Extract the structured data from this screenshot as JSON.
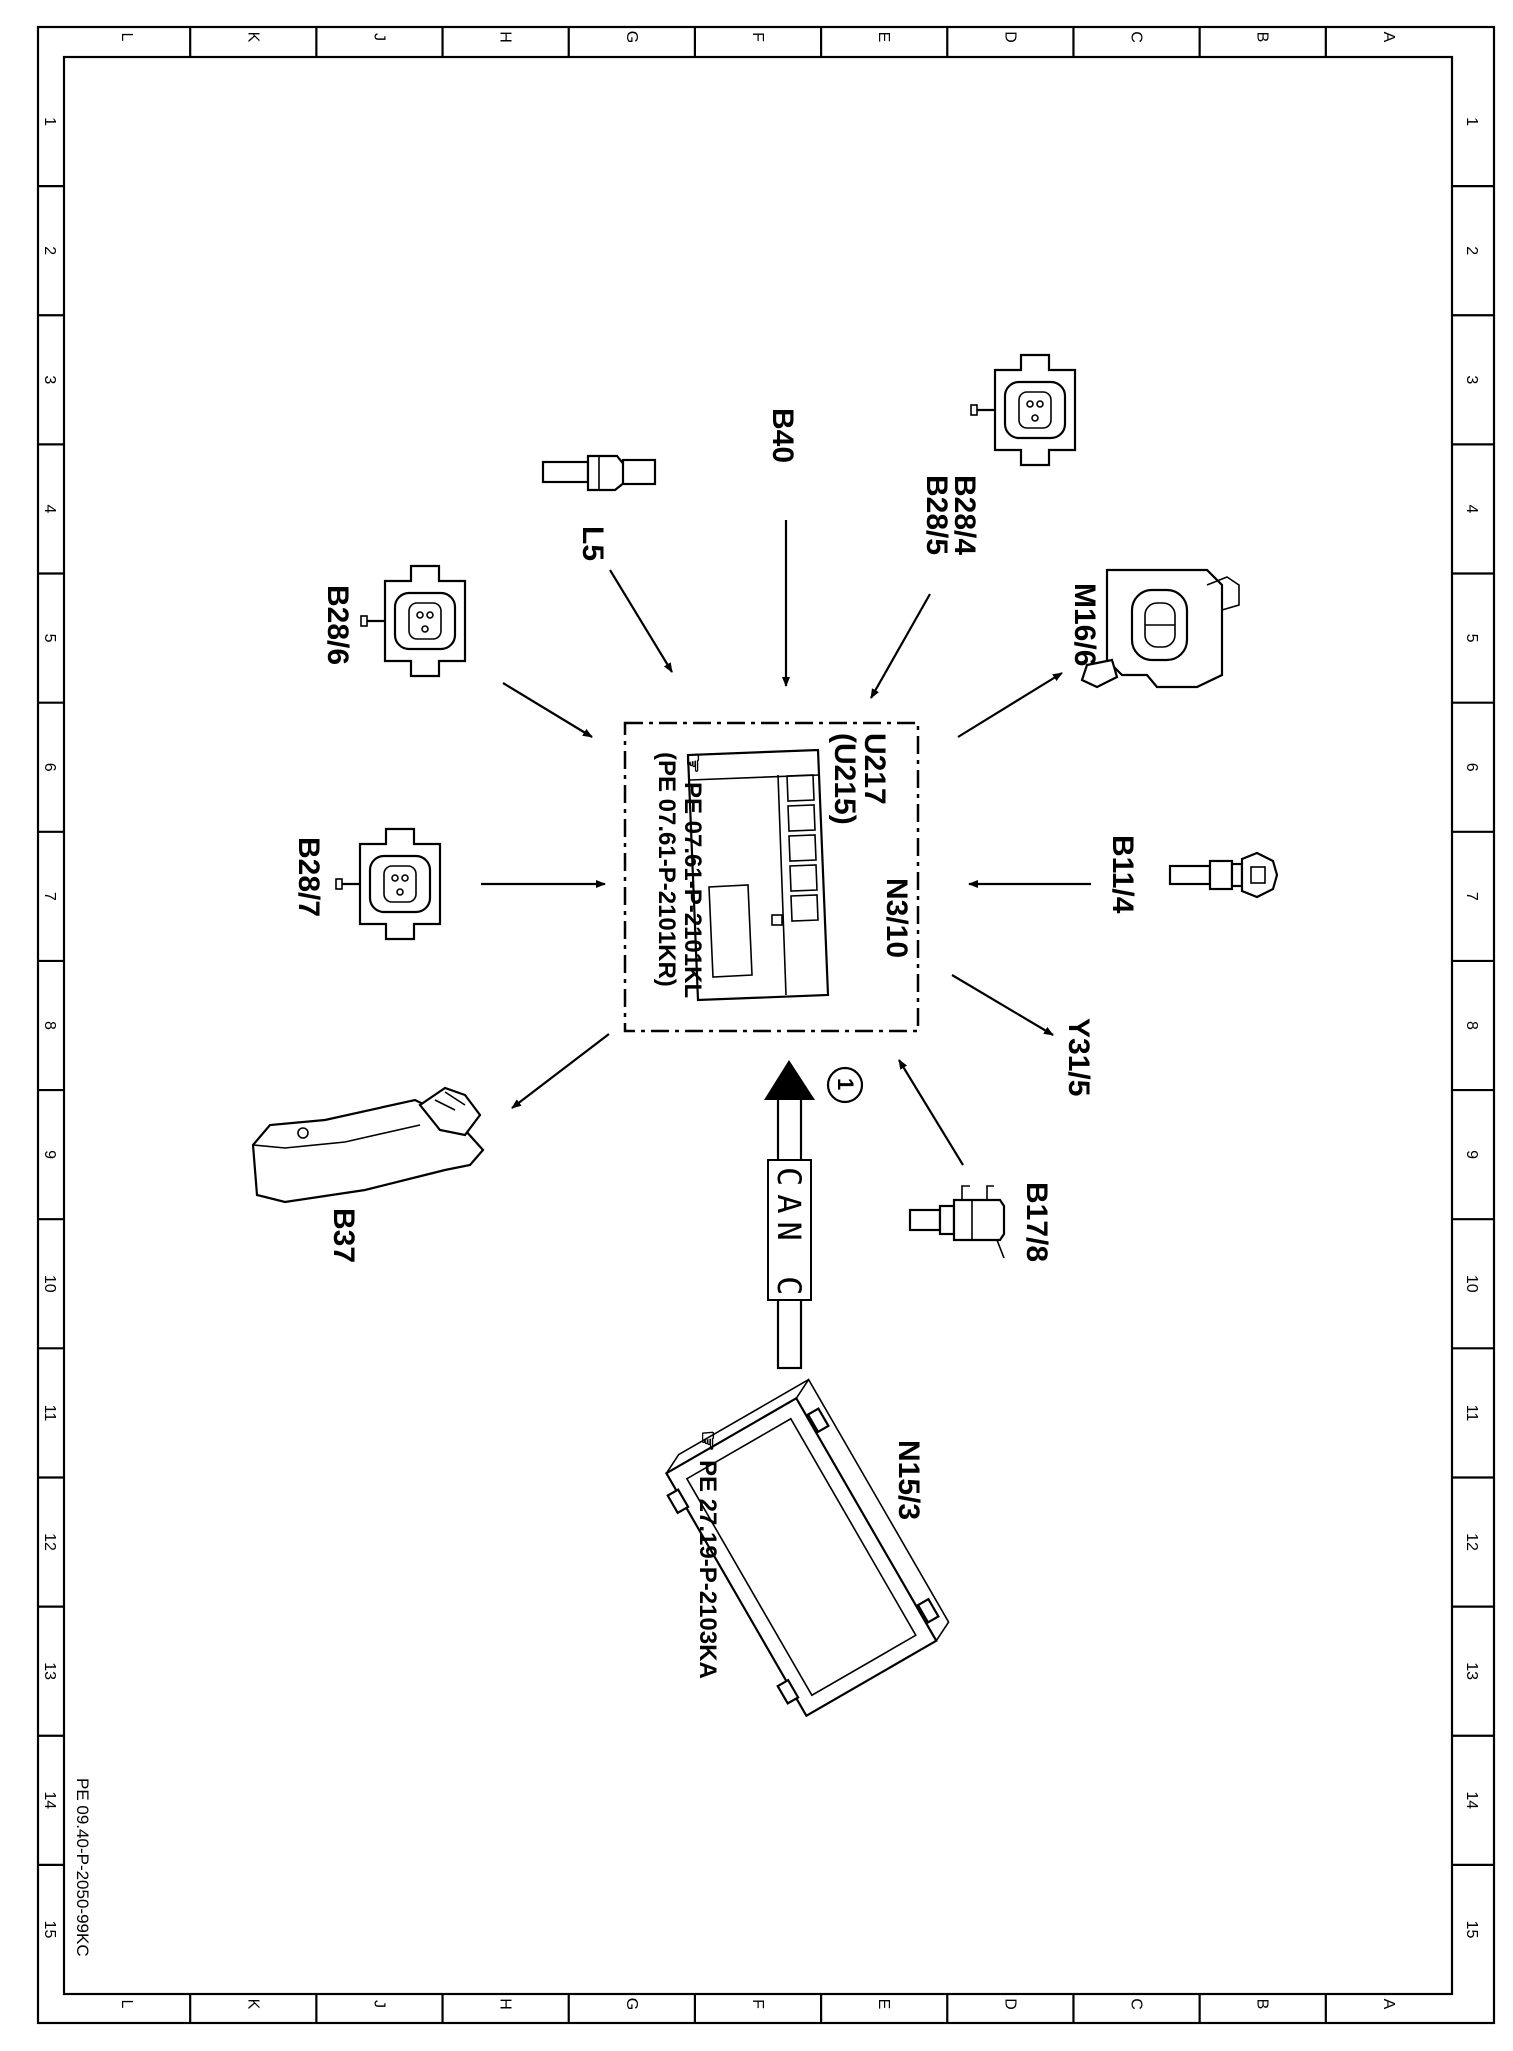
{
  "frame": {
    "column_letters": [
      "L",
      "K",
      "J",
      "H",
      "G",
      "F",
      "E",
      "D",
      "C",
      "B",
      "A"
    ],
    "row_numbers": [
      "1",
      "2",
      "3",
      "4",
      "5",
      "6",
      "7",
      "8",
      "9",
      "10",
      "11",
      "12",
      "13",
      "14",
      "15"
    ]
  },
  "document_code": "PE 09.40-P-2050-99KC",
  "central_unit": {
    "label": "N3/10",
    "variant_1": "U217",
    "variant_2": "(U215)",
    "ref_1": "PE 07.61-P-2101KL",
    "ref_2": "(PE 07.61-P-2101KR)"
  },
  "components": {
    "b28_6": "B28/6",
    "l5": "L5",
    "b40": "B40",
    "b28_4": "B28/4",
    "b28_5": "B28/5",
    "m16_6": "M16/6",
    "b11_4": "B11/4",
    "b28_7": "B28/7",
    "y31_5": "Y31/5",
    "b37": "B37",
    "b17_8": "B17/8",
    "n15_3": "N15/3",
    "n15_3_ref": "PE 27.19-P-2103KA"
  },
  "bus": {
    "label": "CAN C",
    "marker": "1"
  },
  "icons": [
    "hand-pointer-icon"
  ]
}
